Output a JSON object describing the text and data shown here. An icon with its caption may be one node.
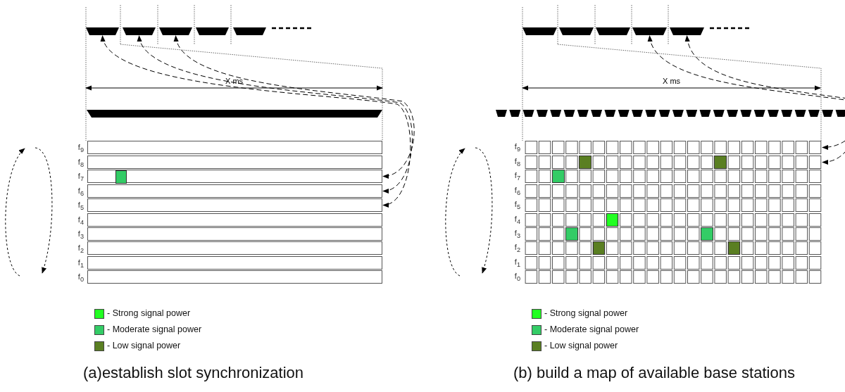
{
  "diagram": {
    "nodes": [
      {
        "text": [],
        "shape": "bar"
      },
      {
        "text": [],
        "shape": "bar"
      },
      {
        "text": [],
        "shape": "bar"
      },
      {
        "text": [],
        "shape": "bar"
      },
      {
        "text": [],
        "shape": "bar"
      },
      {
        "text": [],
        "shape": "bar"
      },
      {
        "text": [],
        "shape": "box",
        "beside": [
          "f$_{9}$"
        ]
      },
      {
        "text": [],
        "shape": "box",
        "beside": [
          "f$_{8}$"
        ]
      },
      {
        "text": [],
        "shape": "box",
        "beside": [
          "f$_{7}$"
        ]
      },
      {
        "text": [],
        "shape": "box",
        "beside": [
          "f$_{6}$"
        ]
      },
      {
        "text": [],
        "shape": "box",
        "beside": [
          "f$_{5}$"
        ]
      },
      {
        "text": [],
        "shape": "box",
        "beside": [
          "f$_{4}$"
        ]
      },
      {
        "text": [],
        "shape": "box",
        "beside": [
          "f$_{3}$"
        ]
      },
      {
        "text": [],
        "shape": "box",
        "beside": [
          "f$_{2}$"
        ]
      },
      {
        "text": [],
        "shape": "box",
        "beside": [
          "f$_{1}$"
        ]
      },
      {
        "text": [],
        "shape": "box",
        "beside": [
          "f$_{0}$"
        ]
      },
      {
        "text": [],
        "shape": "box",
        "in": 8
      },
      {
        "text": [],
        "shape": "bar"
      },
      {
        "text": [],
        "shape": "bar"
      },
      {
        "text": [],
        "shape": "bar"
      },
      {
        "text": [],
        "shape": "bar"
      },
      {
        "text": [],
        "shape": "bar"
      },
      {
        "text": [],
        "shape": "box",
        "beside": [
          "f$_{9}$"
        ]
      },
      {
        "text": [],
        "shape": "box",
        "beside": [
          "f$_{8}$"
        ]
      },
      {
        "text": [],
        "shape": "box",
        "beside": [
          "f$_{7}$"
        ]
      },
      {
        "text": [],
        "shape": "box",
        "beside": [
          "f$_{6}$"
        ]
      },
      {
        "text": [],
        "shape": "box",
        "beside": [
          "f$_{5}$"
        ]
      },
      {
        "text": [],
        "shape": "box",
        "beside": [
          "f$_{4}$"
        ]
      },
      {
        "text": [],
        "shape": "box",
        "beside": [
          "f$_{3}$"
        ]
      },
      {
        "text": [],
        "shape": "box",
        "beside": [
          "f$_{2}$"
        ]
      },
      {
        "text": [],
        "shape": "box",
        "beside": [
          "f$_{1}$"
        ]
      },
      {
        "text": [],
        "shape": "box",
        "beside": [
          "f$_{0}$"
        ]
      },
      {
        "text": [],
        "shape": "box",
        "in": 23
      },
      {
        "text": [],
        "shape": "box",
        "in": 23
      },
      {
        "text": [],
        "shape": "box",
        "in": 24
      },
      {
        "text": [],
        "shape": "box",
        "in": 27
      },
      {
        "text": [],
        "shape": "box",
        "in": 28
      },
      {
        "text": [],
        "shape": "box",
        "in": 28
      },
      {
        "text": [],
        "shape": "box",
        "in": 29
      },
      {
        "text": [],
        "shape": "box",
        "in": 29
      }
    ],
    "edges": [
      {
        "from": 0,
        "to": 10,
        "arrow": "both",
        "style": "dashed"
      },
      {
        "from": 1,
        "to": 9,
        "arrow": "both",
        "style": "dashed"
      },
      {
        "from": 2,
        "to": 8,
        "arrow": "both",
        "style": "dashed"
      },
      {
        "from": 20,
        "to": 23,
        "arrow": "both",
        "style": "dashed"
      },
      {
        "from": 21,
        "to": 22,
        "arrow": "both",
        "style": "dashed"
      }
    ],
    "labels": [
      "X ms",
      "X ms",
      "(a)establish slot synchronization",
      "(b) build a map of available base stations"
    ],
    "legend": [
      {
        "text": "- Strong signal power",
        "color": "#22ff22"
      },
      {
        "text": "- Moderate signal power",
        "color": "#33cc66"
      },
      {
        "text": "- Low signal power",
        "color": "#5a7f22"
      },
      {
        "text": "- Strong signal power",
        "color": "#22ff22"
      },
      {
        "text": "- Moderate signal power",
        "color": "#33cc66"
      },
      {
        "text": "- Low signal power",
        "color": "#5a7f22"
      }
    ]
  }
}
